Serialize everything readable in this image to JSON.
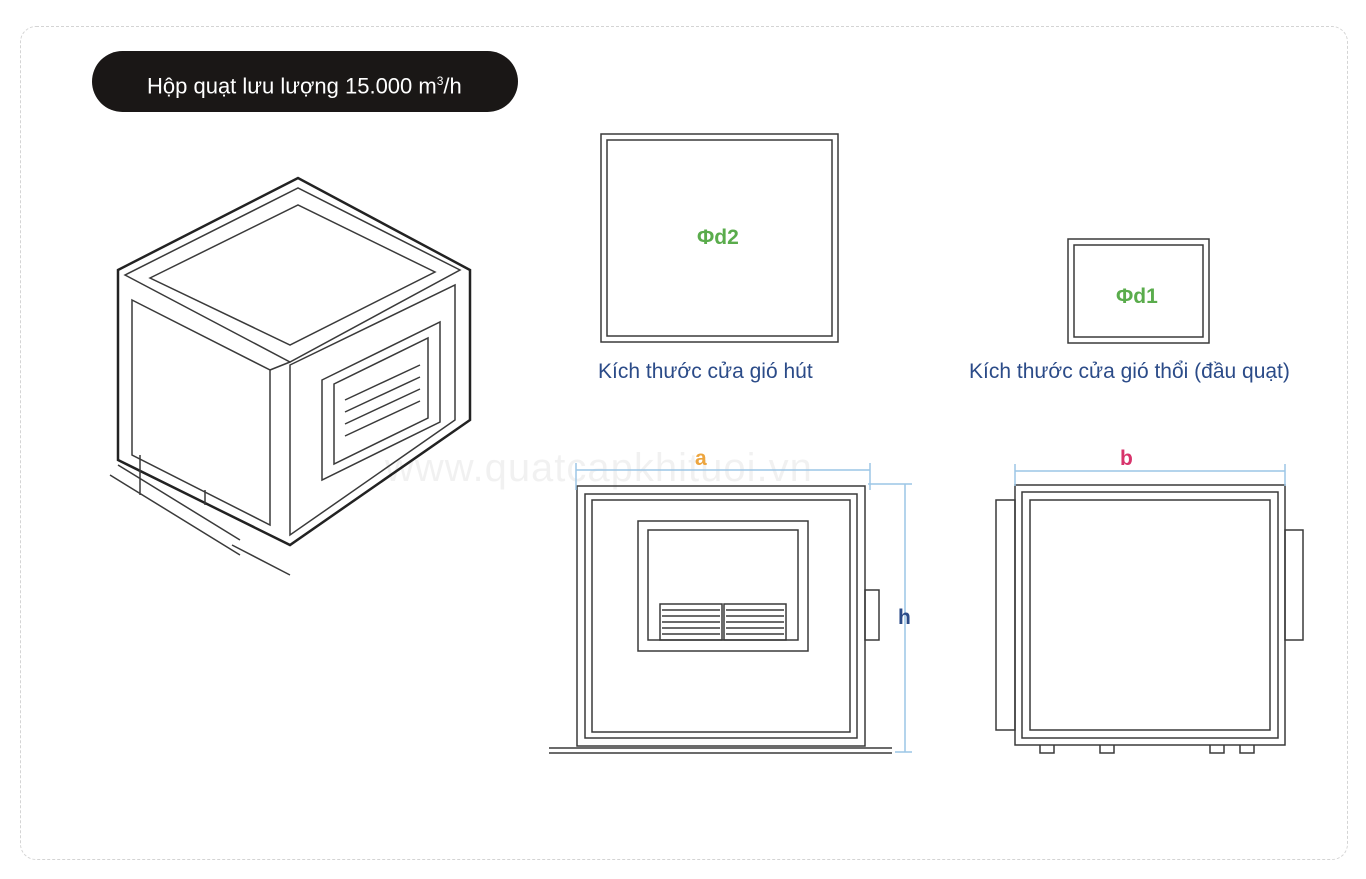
{
  "title": {
    "prefix": "Hộp quạt lưu lượng 15.000 m",
    "sup": "3",
    "suffix": "/h"
  },
  "inlet": {
    "symbol": "Φd2",
    "caption": "Kích thước cửa gió hút"
  },
  "outlet": {
    "symbol": "Φd1",
    "caption": "Kích thước cửa gió thổi (đầu quạt)"
  },
  "dimensions": {
    "a": "a",
    "b": "b",
    "h": "h"
  },
  "watermark": "www.quatcapkhituoi.vn",
  "colors": {
    "caption": "#2b4b88",
    "symbol": "#5aac4c",
    "a": "#eda53e",
    "b": "#d8336b",
    "h": "#2b4b88",
    "dimline": "#9cc6e6"
  }
}
